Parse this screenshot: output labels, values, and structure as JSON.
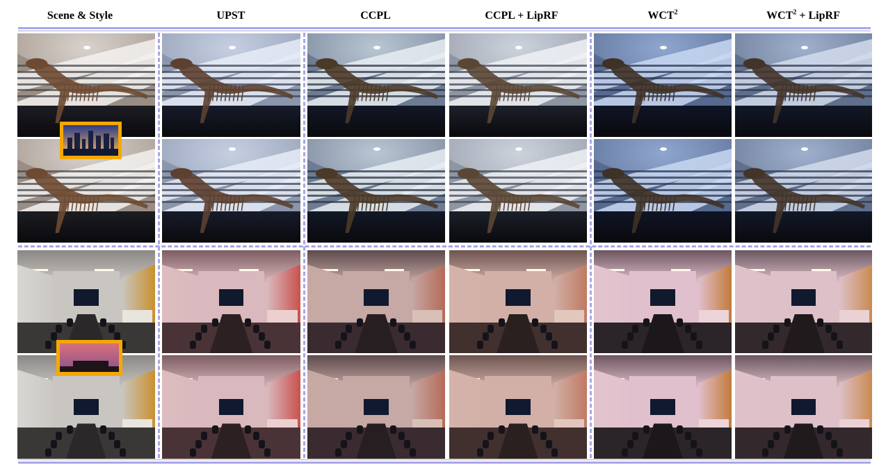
{
  "headers": {
    "scene_style": "Scene & Style",
    "upst": "UPST",
    "ccpl": "CCPL",
    "ccpl_lip": "CCPL +  LipRF",
    "wct_base": "WCT",
    "wct_exp": "2",
    "wct_lip_base": "WCT",
    "wct_lip_exp": "2",
    "wct_lip_suffix": " + LipRF"
  },
  "style_colors": {
    "museum_original": {
      "tint": "#9a8e84",
      "ceiling": "#d9d2cc",
      "band": "#f3f1ef",
      "floor": "#1c1d22",
      "dino": "#6e4a32",
      "rail": "#4a4a50"
    },
    "museum_upst": {
      "tint": "#8b96ad",
      "ceiling": "#c6cfe2",
      "band": "#e6ecf7",
      "floor": "#171c2b",
      "dino": "#5c4030",
      "rail": "#3d4658"
    },
    "museum_ccpl": {
      "tint": "#6d7c92",
      "ceiling": "#b9c6d3",
      "band": "#e8edf2",
      "floor": "#121826",
      "dino": "#4b3a28",
      "rail": "#2e3646"
    },
    "museum_ccpl_lip": {
      "tint": "#8e95a3",
      "ceiling": "#cdd3dc",
      "band": "#eef1f5",
      "floor": "#1c2029",
      "dino": "#5a4634",
      "rail": "#434a57"
    },
    "museum_wct": {
      "tint": "#56698e",
      "ceiling": "#8fa6cf",
      "band": "#c8d8f2",
      "floor": "#0f1526",
      "dino": "#3e3126",
      "rail": "#2a3550"
    },
    "museum_wct_lip": {
      "tint": "#5f6f8c",
      "ceiling": "#9fb0cc",
      "band": "#d2dcec",
      "floor": "#121827",
      "dino": "#43342a",
      "rail": "#303a52"
    },
    "office_original": {
      "wall": "#c9c6c2",
      "ceiling": "#8a8784",
      "left": "#d8d6d2",
      "right": "#c9902e",
      "floor": "#3a3837",
      "table": "#2a2828",
      "cabinet": "#e8e4de"
    },
    "office_upst": {
      "wall": "#d9b9bd",
      "ceiling": "#7d5d62",
      "left": "#dcbcbf",
      "right": "#c9514e",
      "floor": "#4a3336",
      "table": "#2d2022",
      "cabinet": "#ecd0cf"
    },
    "office_ccpl": {
      "wall": "#c6a8a4",
      "ceiling": "#5e4a4d",
      "left": "#c7a9a4",
      "right": "#b56a57",
      "floor": "#3a2b30",
      "table": "#271e22",
      "cabinet": "#d8c0b6"
    },
    "office_ccpl_lip": {
      "wall": "#d2b0a8",
      "ceiling": "#6e5450",
      "left": "#d4b3aa",
      "right": "#bf7a62",
      "floor": "#42302f",
      "table": "#2b2020",
      "cabinet": "#e2c7bd"
    },
    "office_wct": {
      "wall": "#e0c0cc",
      "ceiling": "#6d5560",
      "left": "#e2c4ce",
      "right": "#c47a3a",
      "floor": "#2b2428",
      "table": "#1c171a",
      "cabinet": "#ecd4d8"
    },
    "office_wct_lip": {
      "wall": "#dec0c8",
      "ceiling": "#6a5660",
      "left": "#e0c2ca",
      "right": "#c98a52",
      "floor": "#33282c",
      "table": "#201a1d",
      "cabinet": "#ead2d4"
    },
    "style_ref_city": {
      "sky": "#2a3d8a",
      "accent": "#ffb85c"
    },
    "style_ref_sunset": {
      "sky": "#d8707a",
      "accent": "#8a5090"
    }
  }
}
